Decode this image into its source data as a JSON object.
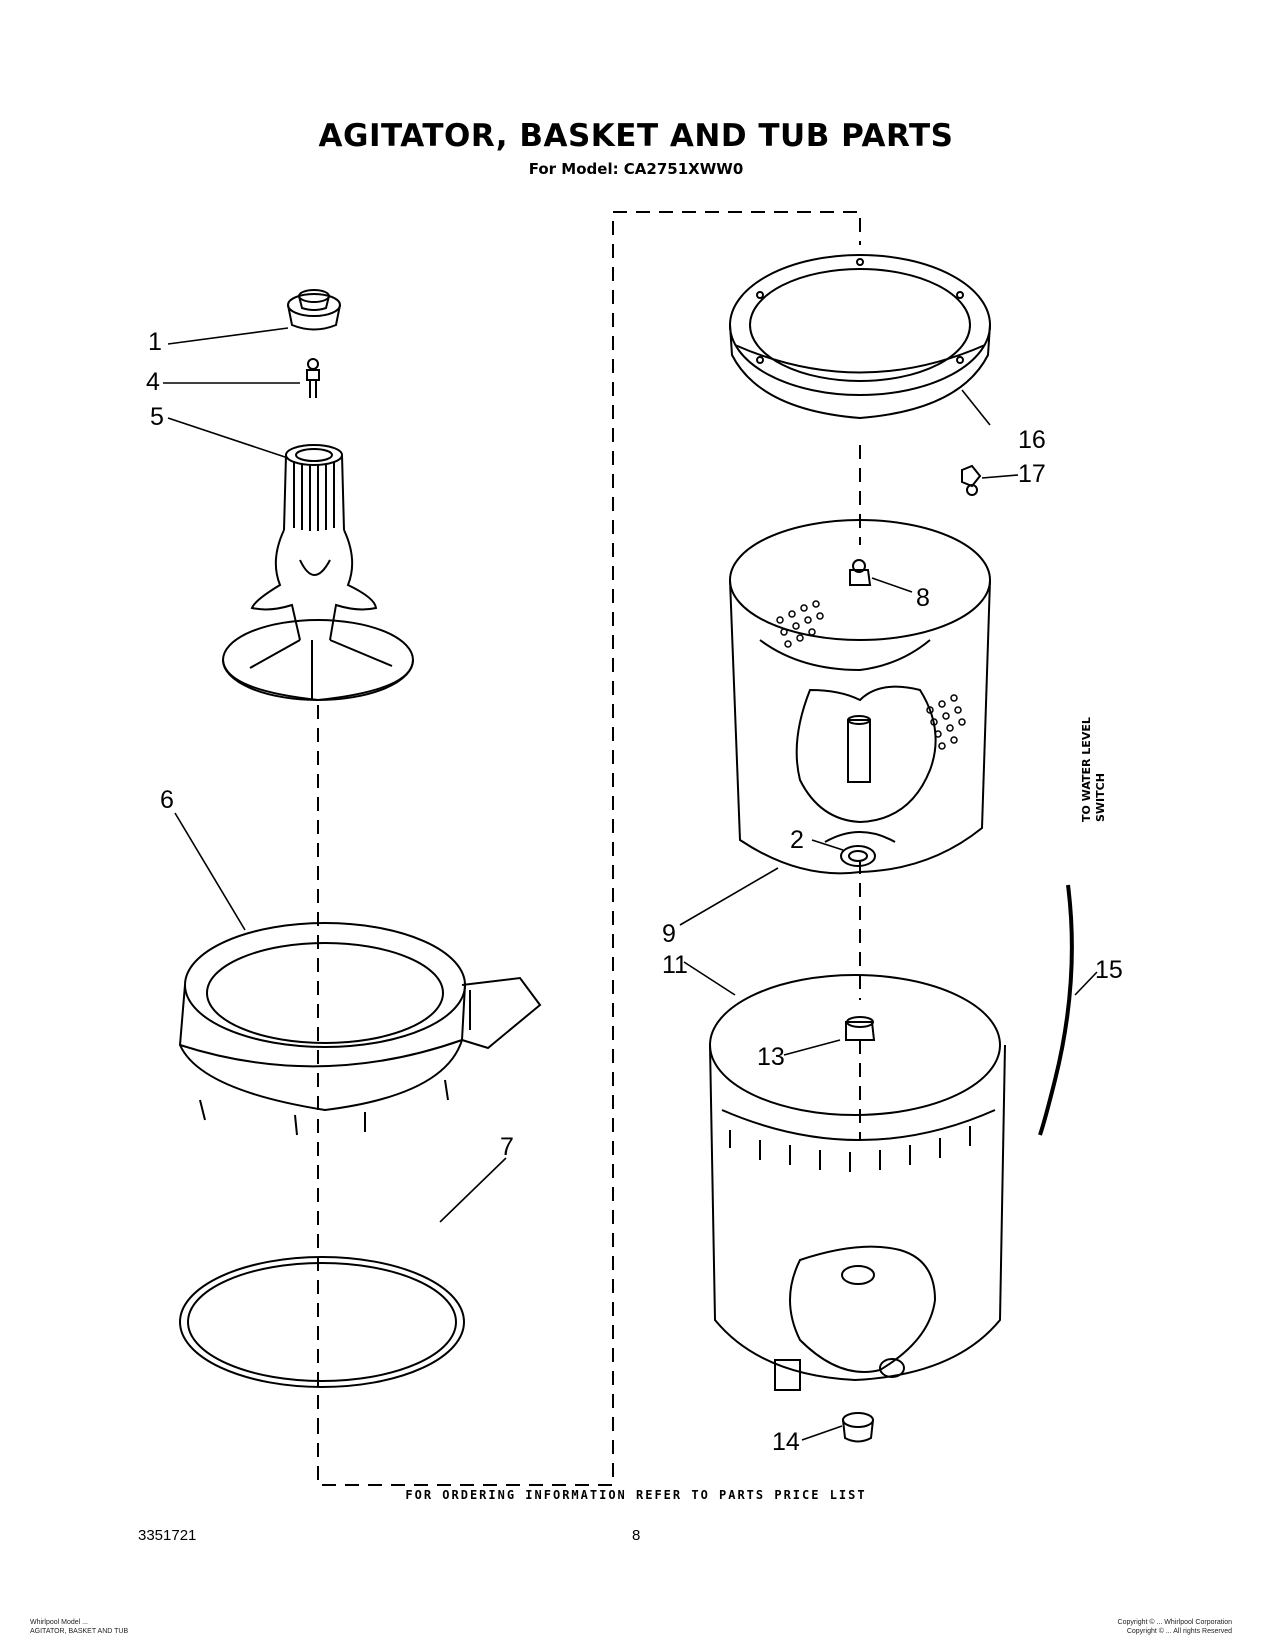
{
  "header": {
    "title": "AGITATOR, BASKET AND TUB PARTS",
    "model_line": "For Model: CA2751XWW0"
  },
  "callouts": {
    "c1": "1",
    "c4": "4",
    "c5": "5",
    "c6": "6",
    "c7": "7",
    "c16": "16",
    "c17": "17",
    "c8": "8",
    "c2": "2",
    "c9": "9",
    "c11": "11",
    "c13": "13",
    "c14": "14",
    "c15": "15"
  },
  "side_note": "TO WATER LEVEL SWITCH",
  "footer": {
    "ordering_note": "FOR ORDERING INFORMATION REFER TO PARTS PRICE LIST",
    "document_number": "3351721",
    "page_number": "8",
    "left_small_line1": "Whirlpool Model ...",
    "left_small_line2": "AGITATOR, BASKET AND TUB",
    "right_small_line1": "Copyright © ... Whirlpool Corporation",
    "right_small_line2": "Copyright © ... All rights Reserved"
  }
}
